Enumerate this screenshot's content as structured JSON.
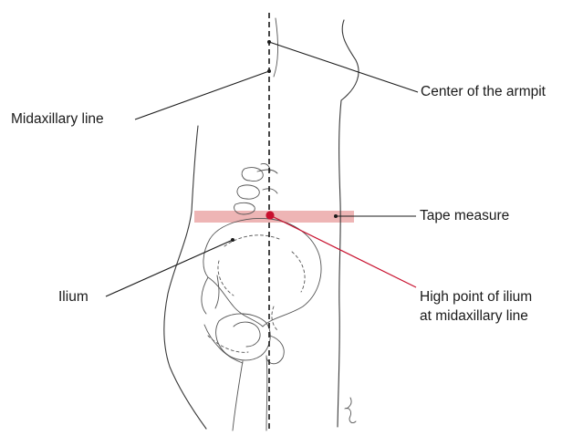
{
  "labels": {
    "center_armpit": "Center of the armpit",
    "midaxillary": "Midaxillary line",
    "tape": "Tape measure",
    "ilium": "Ilium",
    "high_point_line1": "High point of ilium",
    "high_point_line2": "at midaxillary line"
  },
  "colors": {
    "tape_band": "#eeb5b5",
    "high_point_marker": "#c8102e",
    "leader_line": "#1a1a1a",
    "high_point_leader": "#c8102e",
    "midaxillary_dashed_line": "#1a1a1a"
  }
}
